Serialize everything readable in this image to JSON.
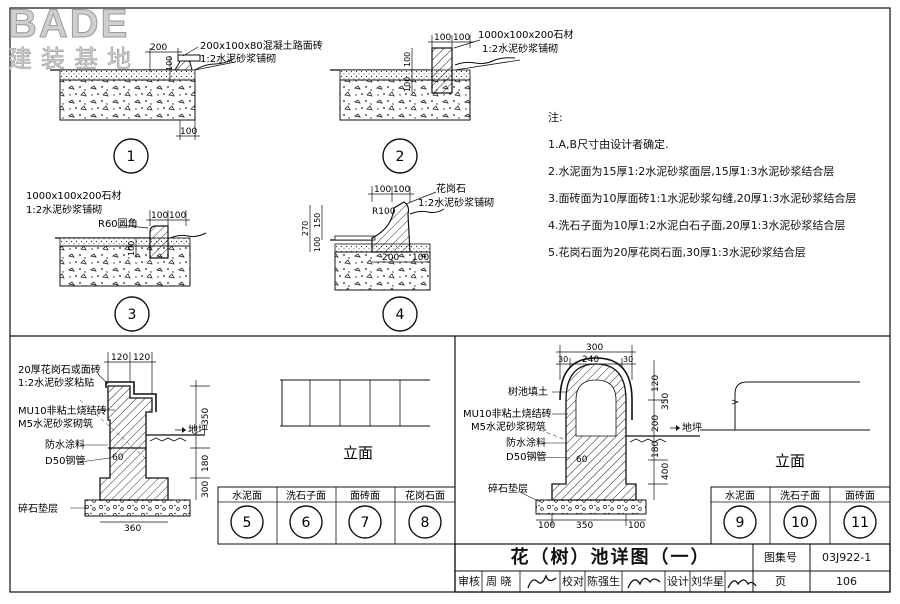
{
  "logo": {
    "brand": "BADE",
    "subtitle": "建装基地"
  },
  "details": {
    "d1": {
      "number": "1",
      "label_main": "200x100x80混凝土路面砖",
      "label_sub": "1:2水泥砂浆铺砌",
      "dim_top": "200",
      "dim_left": "100",
      "dim_bottom": "100"
    },
    "d2": {
      "number": "2",
      "label_main": "1000x100x200石材",
      "label_sub": "1:2水泥砂浆铺砌",
      "dim_a": "100",
      "dim_b": "100",
      "dim_c": "100",
      "dim_d": "100"
    },
    "d3": {
      "number": "3",
      "label_main": "1000x100x200石材",
      "label_sub": "1:2水泥砂浆铺砌",
      "label_corner": "R60圆角",
      "dim_a": "100",
      "dim_b": "100",
      "dim_c": "100"
    },
    "d4": {
      "number": "4",
      "label_main": "花岗石",
      "label_sub": "1:2水泥砂浆铺砌",
      "label_radius": "R100",
      "dim_a": "100",
      "dim_b": "100",
      "dim_c": "270",
      "dim_d": "150",
      "dim_e": "100",
      "dim_f": "200",
      "dim_g": "100"
    }
  },
  "notes": {
    "title": "注:",
    "items": [
      "1.A,B尺寸由设计者确定.",
      "2.水泥面为15厚1:2水泥砂浆面层,15厚1:3水泥砂浆结合层",
      "3.面砖面为10厚面砖1:1水泥砂浆勾缝,20厚1:3水泥砂浆结合层",
      "4.洗石子面为10厚1:2水泥白石子面,20厚1:3水泥砂浆结合层",
      "5.花岗石面为20厚花岗石面,30厚1:3水泥砂浆结合层"
    ]
  },
  "section_left": {
    "labels": [
      "20厚花岗石或面砖",
      "1:2水泥砂浆粘贴",
      "MU10非粘土烧结砖",
      "M5水泥砂浆砌筑",
      "防水涂料",
      "D50钢管",
      "碎石垫层"
    ],
    "ground": "地坪",
    "dims_top": [
      "120",
      "120"
    ],
    "dims_right": [
      "350",
      "180",
      "300"
    ],
    "dim_60": "60",
    "dim_bottom": "360",
    "elevation": "立面",
    "variants": [
      {
        "name": "水泥面",
        "num": "5"
      },
      {
        "name": "洗石子面",
        "num": "6"
      },
      {
        "name": "面砖面",
        "num": "7"
      },
      {
        "name": "花岗石面",
        "num": "8"
      }
    ]
  },
  "section_right": {
    "labels": [
      "树池填土",
      "MU10非粘土烧结砖",
      "M5水泥砂浆砌筑",
      "防水涂料",
      "D50钢管",
      "碎石垫层"
    ],
    "ground": "地坪",
    "dims_top": [
      "300",
      "30",
      "240",
      "30"
    ],
    "dims_right": [
      "120",
      "350",
      "200",
      "180",
      "400"
    ],
    "dim_60": "60",
    "dims_bottom": [
      "100",
      "350",
      "100"
    ],
    "elevation": "立面",
    "variants": [
      {
        "name": "水泥面",
        "num": "9"
      },
      {
        "name": "洗石子面",
        "num": "10"
      },
      {
        "name": "面砖面",
        "num": "11"
      }
    ]
  },
  "title_block": {
    "title": "花（树）池详图（一）",
    "atlas_label": "图集号",
    "atlas_no": "03J922-1",
    "review_label": "审核",
    "reviewer": "周 晓",
    "check_label": "校对",
    "checker": "陈强生",
    "design_label": "设计",
    "designer": "刘华星",
    "page_label": "页",
    "page_no": "106"
  }
}
